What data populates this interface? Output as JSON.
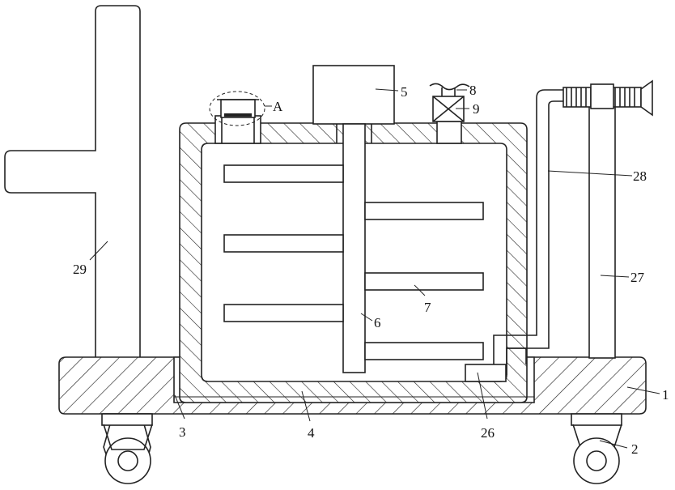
{
  "labels": {
    "l1": "1",
    "l2": "2",
    "l3": "3",
    "l4": "4",
    "l5": "5",
    "l6": "6",
    "l7": "7",
    "l8": "8",
    "l9": "9",
    "l26": "26",
    "l27": "27",
    "l28": "28",
    "l29": "29",
    "lA": "A"
  }
}
